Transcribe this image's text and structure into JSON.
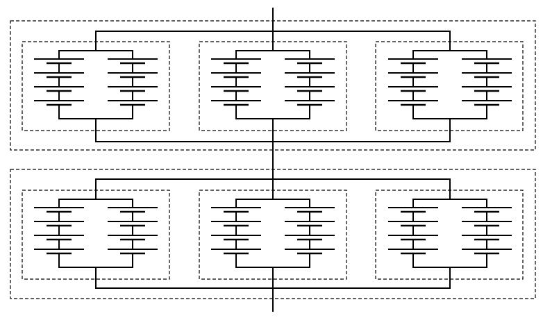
{
  "diagram": {
    "kind": "battery-pack-schematic",
    "colors": {
      "line": "#000000",
      "background": "#ffffff"
    },
    "pack": {
      "module_count": 2,
      "modules_connection": "series",
      "modules": [
        {
          "id": "module-top",
          "submodule_count": 3,
          "submodules_connection": "parallel",
          "submodules": [
            {
              "id": "top-left",
              "strings": 2,
              "strings_connection": "parallel",
              "cells_per_string": 4
            },
            {
              "id": "top-center",
              "strings": 2,
              "strings_connection": "parallel",
              "cells_per_string": 4
            },
            {
              "id": "top-right",
              "strings": 2,
              "strings_connection": "parallel",
              "cells_per_string": 4
            }
          ]
        },
        {
          "id": "module-bottom",
          "submodule_count": 3,
          "submodules_connection": "parallel",
          "submodules": [
            {
              "id": "bottom-left",
              "strings": 2,
              "strings_connection": "parallel",
              "cells_per_string": 4
            },
            {
              "id": "bottom-center",
              "strings": 2,
              "strings_connection": "parallel",
              "cells_per_string": 4
            },
            {
              "id": "bottom-right",
              "strings": 2,
              "strings_connection": "parallel",
              "cells_per_string": 4
            }
          ]
        }
      ]
    }
  }
}
